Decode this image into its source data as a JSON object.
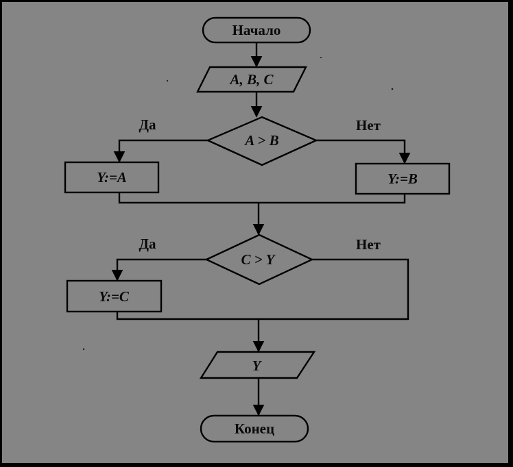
{
  "diagram": {
    "start": "Начало",
    "input": "A, B, C",
    "condition_1": "A > B",
    "yes_1": "Да",
    "no_1": "Нет",
    "assign_yes_1": "Y:=A",
    "assign_no_1": "Y:=B",
    "condition_2": "C > Y",
    "yes_2": "Да",
    "no_2": "Нет",
    "assign_yes_2": "Y:=C",
    "output": "Y",
    "end": "Конец"
  },
  "colors": {
    "background": "#858585",
    "frame": "#000000",
    "ink": "#000000"
  }
}
